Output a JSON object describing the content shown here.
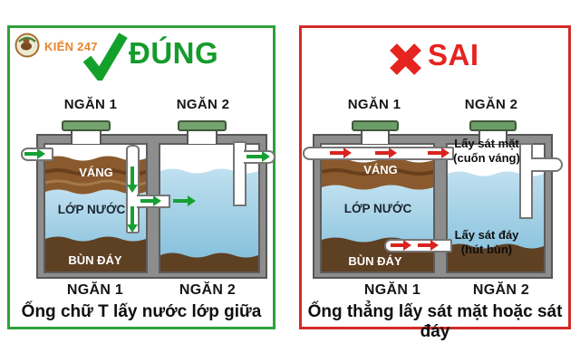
{
  "brand": {
    "name": "KIẾN 247"
  },
  "icons": {
    "brand": "kien247-logo-icon",
    "correct": "check-icon",
    "wrong": "x-icon"
  },
  "colors": {
    "correct_green": "#149b2b",
    "wrong_red": "#e52420",
    "panel_border_green": "#2fa13b",
    "panel_border_red": "#d22b27",
    "tank_wall_gray": "#8d8d8d",
    "water_blue": "#8fc6e0",
    "scum_brown": "#8a5a2e",
    "sludge_brown": "#5e4023",
    "lid_green": "#74a46e",
    "brand_orange": "#e8832c"
  },
  "left_panel": {
    "verdict": "ĐÚNG",
    "compartments_top": [
      "NGĂN 1",
      "NGĂN 2"
    ],
    "compartments_bottom": [
      "NGĂN 1",
      "NGĂN 2"
    ],
    "layers": {
      "scum": "VÁNG",
      "water": "LỚP NƯỚC",
      "sludge": "BÙN ĐÁY"
    },
    "caption": "Ống chữ T lấy nước lớp giữa"
  },
  "right_panel": {
    "verdict": "SAI",
    "compartments_top": [
      "NGĂN 1",
      "NGĂN 2"
    ],
    "compartments_bottom": [
      "NGĂN 1",
      "NGĂN 2"
    ],
    "layers": {
      "scum": "VÁNG",
      "water": "LỚP NƯỚC",
      "sludge": "BÙN ĐÁY"
    },
    "annotation_surface": [
      "Lấy sát mặt",
      "(cuốn váng)"
    ],
    "annotation_bottom": [
      "Lấy sát đáy",
      "(hút bùn)"
    ],
    "caption": "Ống thẳng lấy sát mặt hoặc sát đáy"
  }
}
